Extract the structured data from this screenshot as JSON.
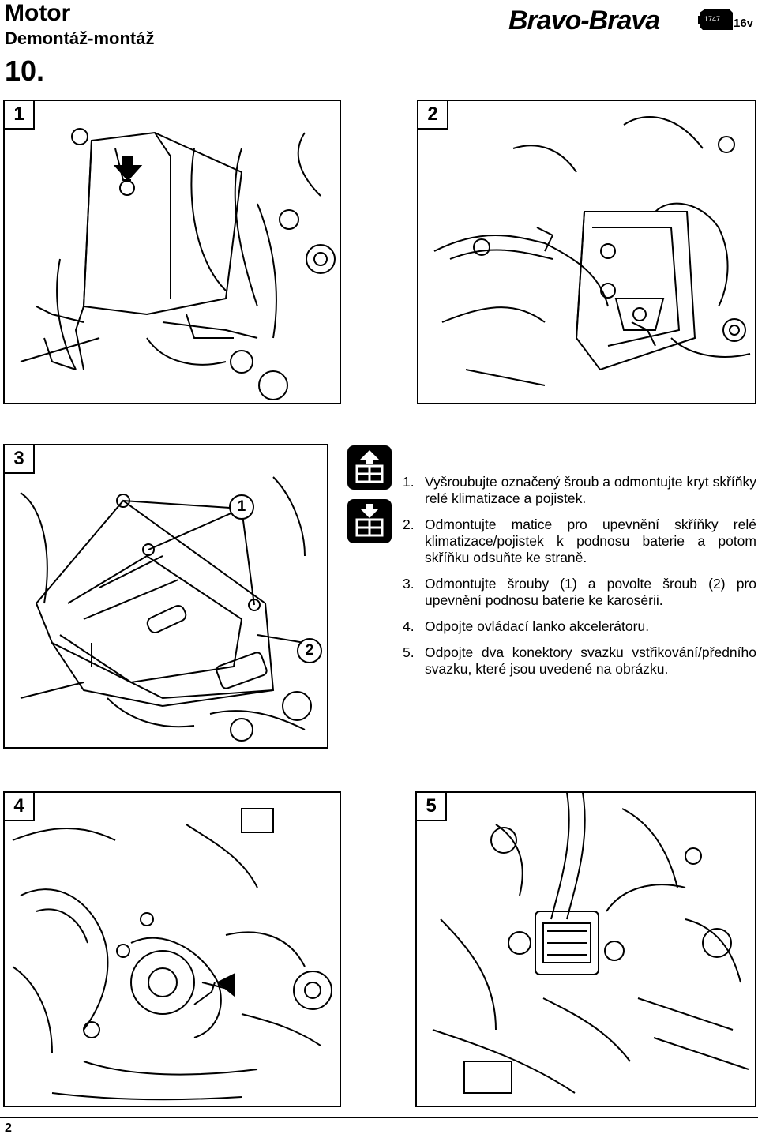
{
  "header": {
    "section": "Motor",
    "subtitle": "Demontáž-montáž",
    "number": "10.",
    "model": "Bravo-Brava",
    "engine_code": "1747",
    "valve": "16v"
  },
  "panels": [
    {
      "label": "1"
    },
    {
      "label": "2"
    },
    {
      "label": "3",
      "callouts": [
        "1",
        "2"
      ]
    },
    {
      "label": "4"
    },
    {
      "label": "5"
    }
  ],
  "icons": [
    "remove-icon",
    "install-icon"
  ],
  "steps": [
    {
      "num": "1.",
      "text": "Vyšroubujte označený šroub a odmontujte kryt skříňky relé klimatizace a pojistek."
    },
    {
      "num": "2.",
      "text": "Odmontujte matice pro upevnění skříňky relé klimatizace/pojistek k podnosu baterie a potom skříňku odsuňte ke straně."
    },
    {
      "num": "3.",
      "text": "Odmontujte šrouby (1) a povolte šroub (2) pro upevnění podnosu baterie ke karosérii."
    },
    {
      "num": "4.",
      "text": "Odpojte ovládací lanko akcelerátoru."
    },
    {
      "num": "5.",
      "text": "Odpojte dva konektory svazku vstřikování/předního svazku, které jsou uvedené na obrázku."
    }
  ],
  "footer": {
    "page": "2"
  }
}
